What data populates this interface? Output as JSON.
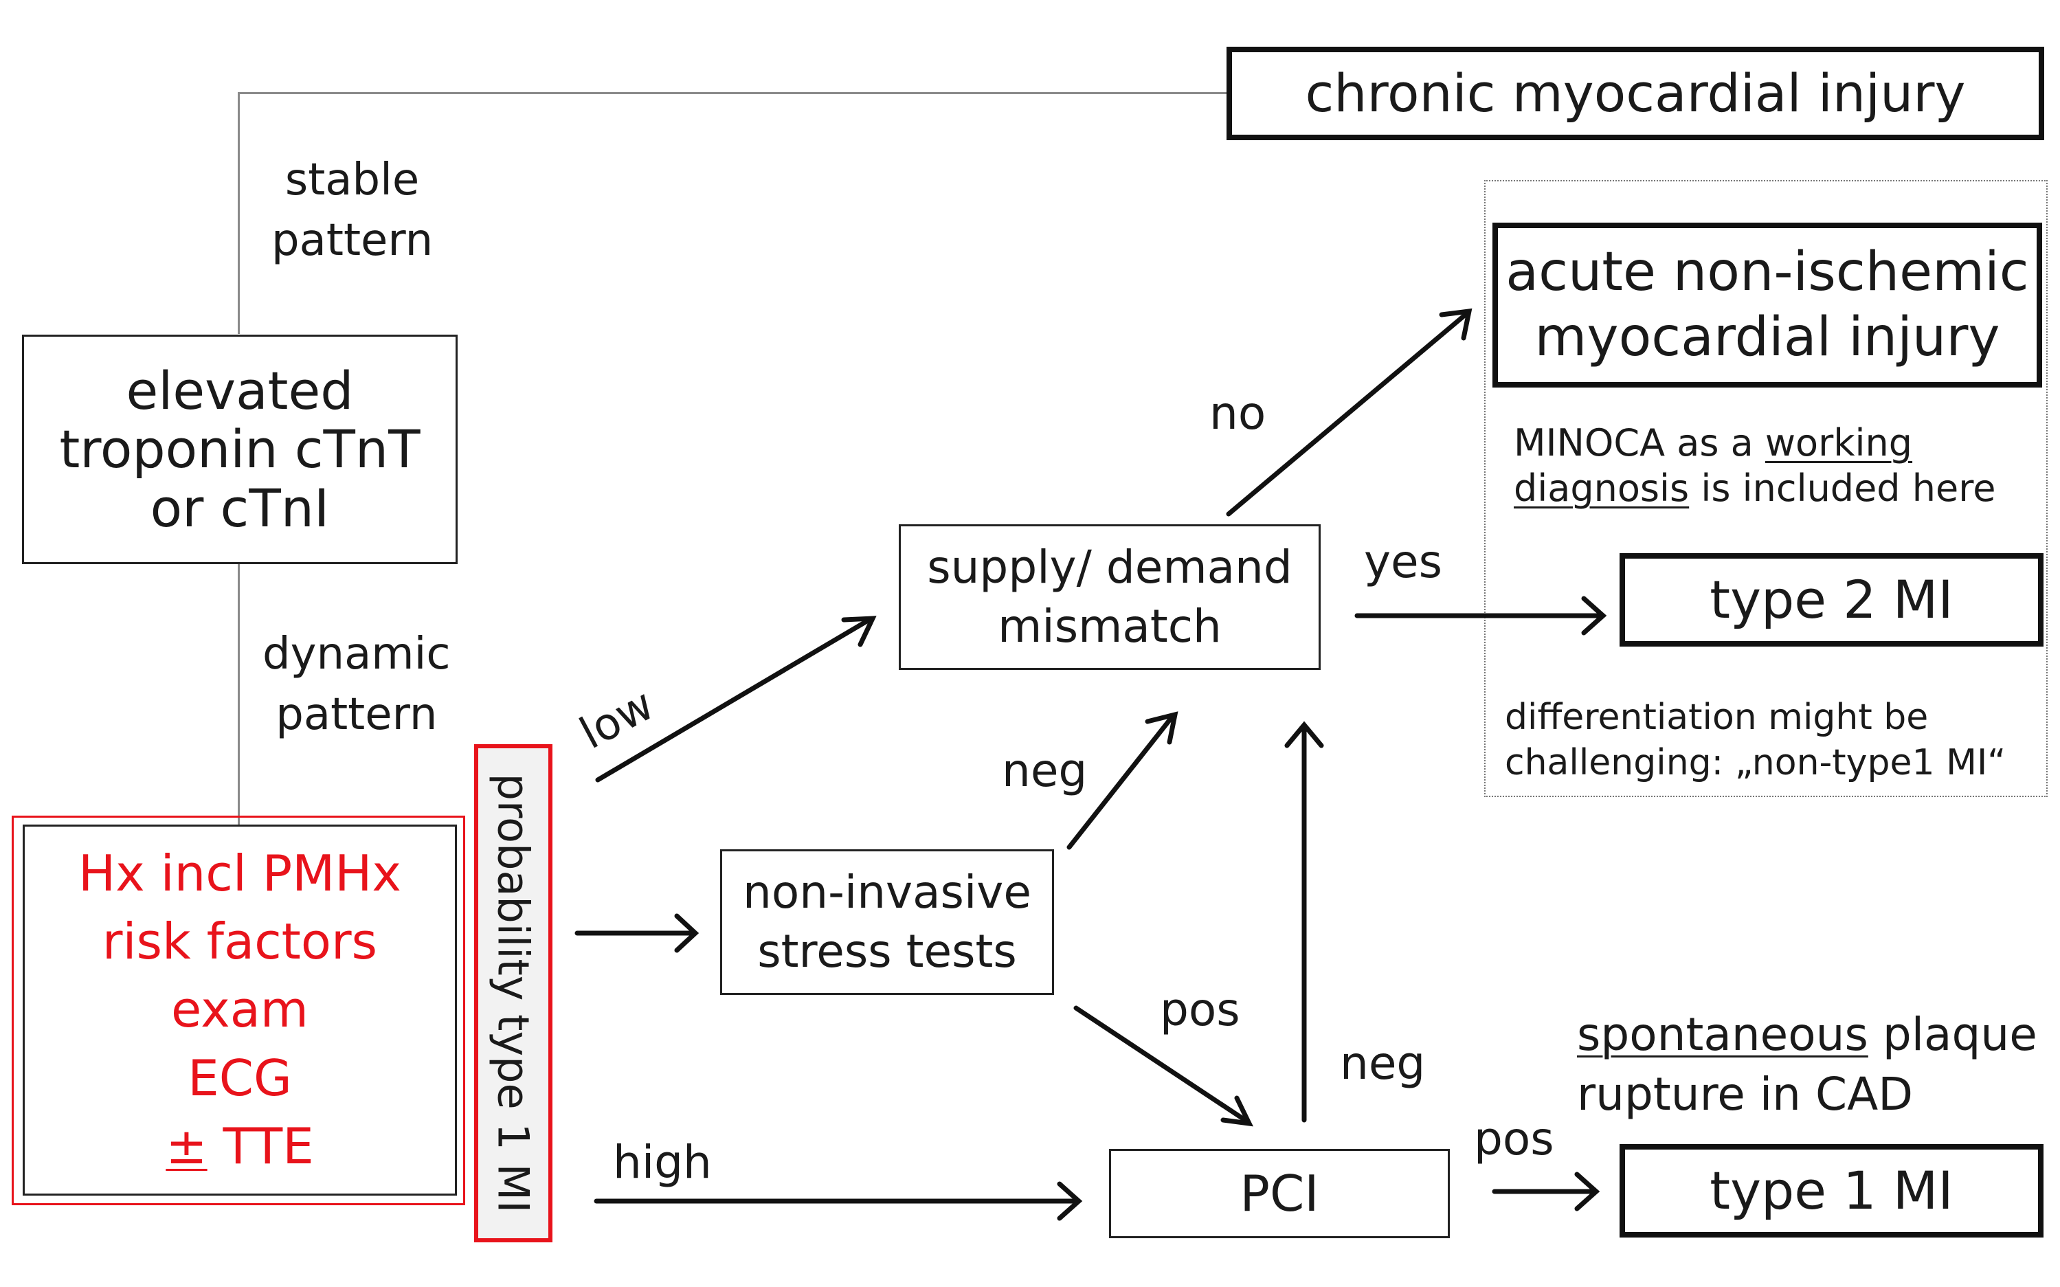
{
  "nodes": {
    "troponin": [
      "elevated",
      "troponin cTnT",
      "or cTnI"
    ],
    "history": [
      "Hx incl PMHx",
      "risk factors",
      "exam",
      "ECG"
    ],
    "history_tte_pm": "±",
    "history_tte": " TTE",
    "probability": "probability type 1 MI",
    "stress_tests": [
      "non-invasive",
      "stress tests"
    ],
    "supply_demand": [
      "supply/ demand",
      "mismatch"
    ],
    "pci": "PCI",
    "chronic": "chronic myocardial injury",
    "acute_non_ischemic": [
      "acute non-ischemic",
      "myocardial injury"
    ],
    "type2": "type 2 MI",
    "type1": "type 1 MI"
  },
  "labels": {
    "stable": [
      "stable",
      "pattern"
    ],
    "dynamic": [
      "dynamic",
      "pattern"
    ],
    "low": "low",
    "high": "high",
    "neg_stress": "neg",
    "pos_stress": "pos",
    "neg_pci": "neg",
    "pos_pci": "pos",
    "no": "no",
    "yes": "yes"
  },
  "notes": {
    "minoca_1": "MINOCA as a ",
    "minoca_1u": "working",
    "minoca_2u": "diagnosis",
    "minoca_2": " is included here",
    "differentiation": [
      "differentiation might be",
      "challenging: „non-type1 MI“"
    ],
    "spontaneous_u": "spontaneous",
    "spontaneous_rest": " plaque",
    "rupture": "rupture in CAD"
  },
  "colors": {
    "accent": "#e8131b",
    "probability_fill": "#f2f2f2"
  }
}
